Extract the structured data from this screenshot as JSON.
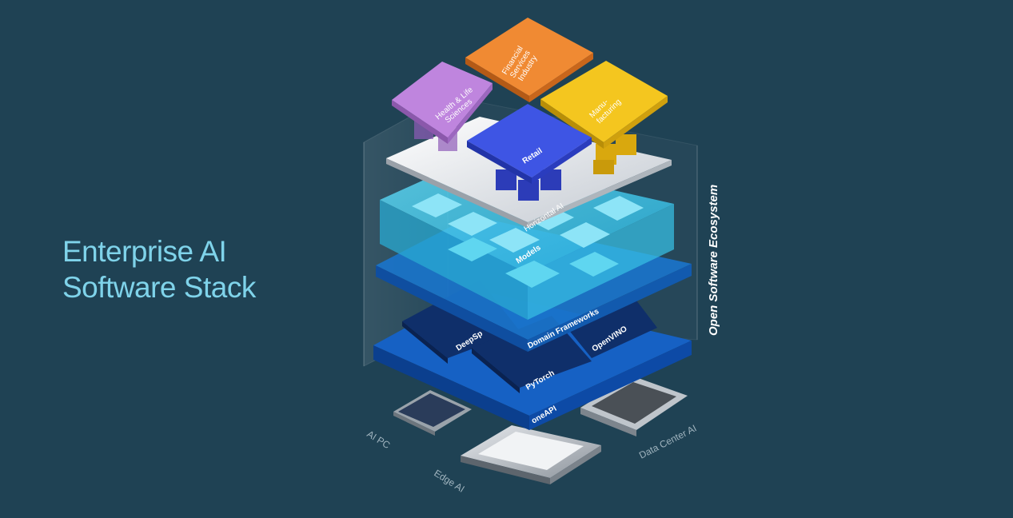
{
  "title": {
    "line1": "Enterprise AI",
    "line2": "Software Stack"
  },
  "ecosystem_label": "Open Software Ecosystem",
  "industries": {
    "health": [
      "Health & Life",
      "Sciences"
    ],
    "financial": [
      "Financial",
      "Services",
      "Industry"
    ],
    "manufacturing": [
      "Manu-",
      "facturing"
    ],
    "retail": "Retail"
  },
  "layers": {
    "horizontal_ai": "Horizontal AI",
    "models": "Models",
    "domain_frameworks": "Domain Frameworks",
    "deepspeed": "DeepSp",
    "openvino": "OpenVINO",
    "pytorch": "PyTorch",
    "oneapi": "oneAPI"
  },
  "hardware": {
    "ai_pc": "AI PC",
    "edge_ai": "Edge AI",
    "data_center_ai": "Data Center AI"
  },
  "colors": {
    "background": "#1f4254",
    "title": "#7fd3ea",
    "health": "#b77fd8",
    "financial": "#ea7a2c",
    "manufacturing": "#f2c21e",
    "retail": "#3d52e0",
    "horizontal_ai": "#d7dbe0",
    "models": "#3fc6e6",
    "frameworks": "#1a72c9",
    "oneapi": "#0f54b4"
  }
}
